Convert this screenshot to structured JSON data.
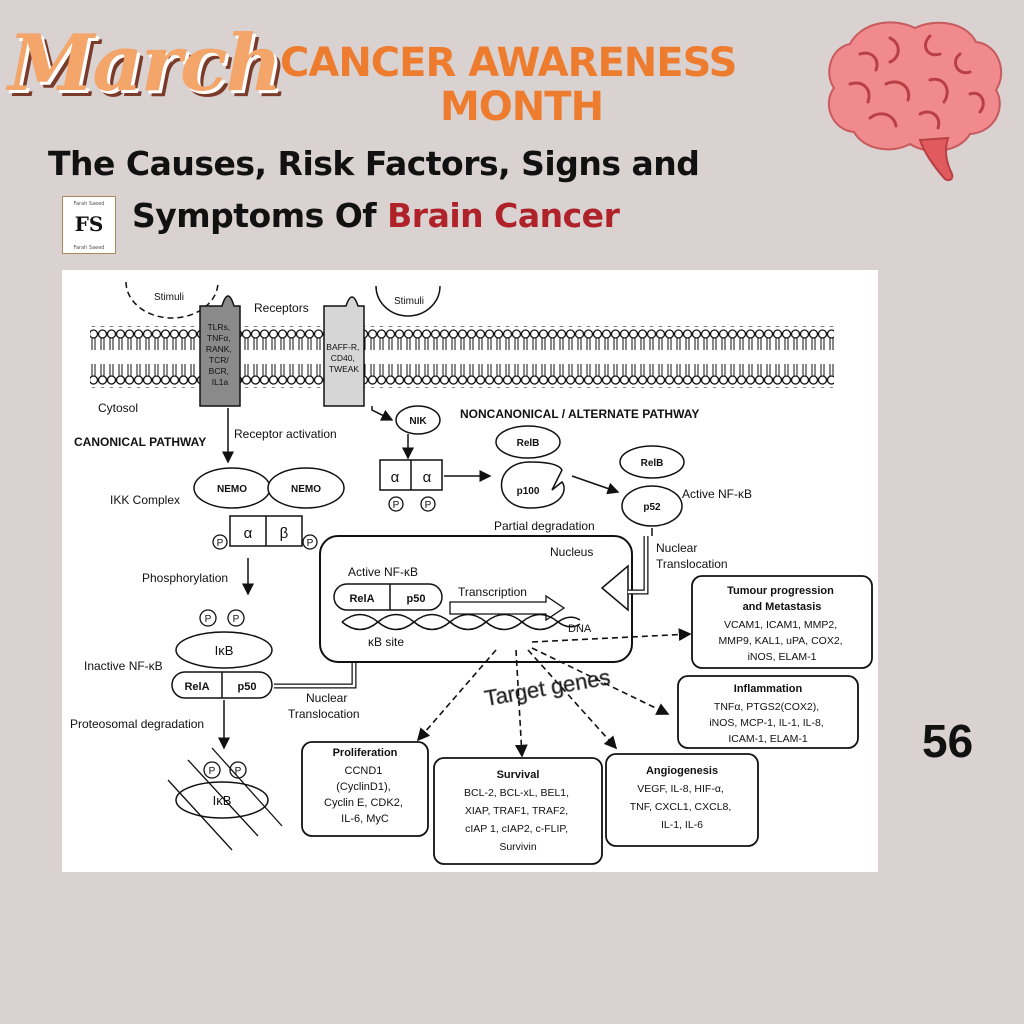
{
  "header": {
    "month": "March",
    "campaign_line1": "CANCER AWARENESS",
    "campaign_line2": "MONTH",
    "title_line1": "The Causes, Risk Factors, Signs and",
    "title_line2_plain": "Symptoms Of ",
    "title_line2_highlight": "Brain Cancer",
    "logo_text": "FS",
    "logo_caption": "Farah Saeed",
    "page_number": "56"
  },
  "colors": {
    "background": "#d9d2d0",
    "accent_orange": "#ee7c2e",
    "accent_red": "#b0222a",
    "brain_pink": "#f08a8c"
  },
  "icons": [
    "brain-icon",
    "logo-badge"
  ],
  "diagram": {
    "stimuli_left": "Stimuli",
    "stimuli_right": "Stimuli",
    "receptors": "Receptors",
    "receptor_left_lines": [
      "TLRs,",
      "TNFα,",
      "RANK,",
      "TCR/",
      "BCR,",
      "IL1a"
    ],
    "receptor_right_lines": [
      "BAFF-R,",
      "CD40,",
      "TWEAK"
    ],
    "cytosol": "Cytosol",
    "canonical": "CANONICAL PATHWAY",
    "receptor_activation": "Receptor activation",
    "noncanonical": "NONCANONICAL / ALTERNATE PATHWAY",
    "nik": "NIK",
    "alpha": "α",
    "beta": "β",
    "p": "P",
    "relb": "RelB",
    "p100": "p100",
    "partial_degradation": "Partial degradation",
    "p52": "p52",
    "active_nfkb_right": "Active NF-κB",
    "ikk_complex": "IKK Complex",
    "nemo": "NEMO",
    "nucleus": "Nucleus",
    "nuclear_translocation_right_1": "Nuclear",
    "nuclear_translocation_right_2": "Translocation",
    "phosphorylation": "Phosphorylation",
    "active_nfkb_nucleus": "Active NF-κB",
    "rela": "RelA",
    "p50": "p50",
    "transcription": "Transcription",
    "dna": "DNA",
    "kb_site": "κB site",
    "ikb": "IκB",
    "inactive_nfkb": "Inactive NF-κB",
    "nuclear_translocation_left_1": "Nuclear",
    "nuclear_translocation_left_2": "Translocation",
    "proteosomal_degradation": "Proteosomal degradation",
    "target_genes": "Target genes",
    "boxes": {
      "tumour": {
        "title_lines": [
          "Tumour progression",
          "and Metastasis"
        ],
        "lines": [
          "VCAM1, ICAM1, MMP2,",
          "MMP9, KAL1, uPA, COX2,",
          "iNOS, ELAM-1"
        ]
      },
      "inflammation": {
        "title_lines": [
          "Inflammation"
        ],
        "lines": [
          "TNFα, PTGS2(COX2),",
          "iNOS, MCP-1, IL-1, IL-8,",
          "ICAM-1, ELAM-1"
        ]
      },
      "proliferation": {
        "title_lines": [
          "Proliferation"
        ],
        "lines": [
          "CCND1",
          "(CyclinD1),",
          "Cyclin E, CDK2,",
          "IL-6, MyC"
        ]
      },
      "survival": {
        "title_lines": [
          "Survival"
        ],
        "lines": [
          "BCL-2, BCL-xL, BEL1,",
          "XIAP, TRAF1, TRAF2,",
          "cIAP 1, cIAP2, c-FLIP,",
          "Survivin"
        ]
      },
      "angiogenesis": {
        "title_lines": [
          "Angiogenesis"
        ],
        "lines": [
          "VEGF, IL-8, HIF-α,",
          "TNF, CXCL1, CXCL8,",
          "IL-1, IL-6"
        ]
      }
    }
  }
}
